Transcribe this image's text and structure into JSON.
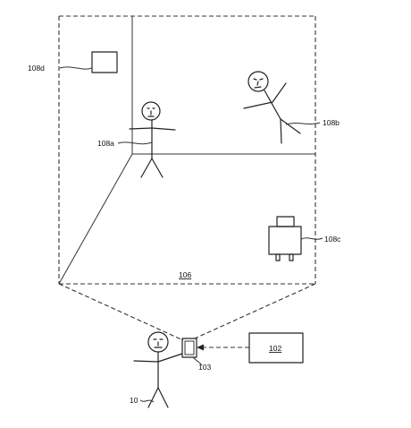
{
  "labels": {
    "room": "106",
    "person_standing": "108a",
    "person_falling": "108b",
    "robot": "108c",
    "object_box": "108d",
    "server": "102",
    "device": "103",
    "user": "10"
  }
}
